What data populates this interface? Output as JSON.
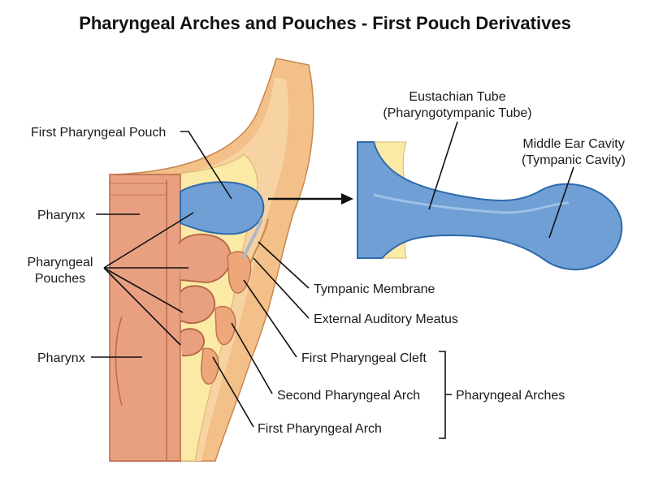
{
  "title": "Pharyngeal Arches and Pouches - First Pouch Derivatives",
  "labels": {
    "first_pouch": "First Pharyngeal Pouch",
    "pharynx_upper": "Pharynx",
    "pouches_line1": "Pharyngeal",
    "pouches_line2": "Pouches",
    "pharynx_lower": "Pharynx",
    "tympanic_membrane": "Tympanic Membrane",
    "external_meatus": "External Auditory Meatus",
    "first_cleft": "First Pharyngeal Cleft",
    "second_arch": "Second Pharyngeal Arch",
    "first_arch": "First Pharyngeal Arch",
    "arches_group": "Pharyngeal Arches",
    "eustachian_line1": "Eustachian Tube",
    "eustachian_line2": "(Pharyngotympanic Tube)",
    "middle_ear_line1": "Middle Ear Cavity",
    "middle_ear_line2": "(Tympanic Cavity)"
  },
  "colors": {
    "pharynx_wall": "#e8a081",
    "pharynx_dark": "#c9694a",
    "mesoderm": "#f5c896",
    "endoderm": "#fbe9a6",
    "cavity_blue": "#6f9fd4",
    "cavity_edge": "#2f6aae",
    "outline": "#8a4a2a"
  }
}
